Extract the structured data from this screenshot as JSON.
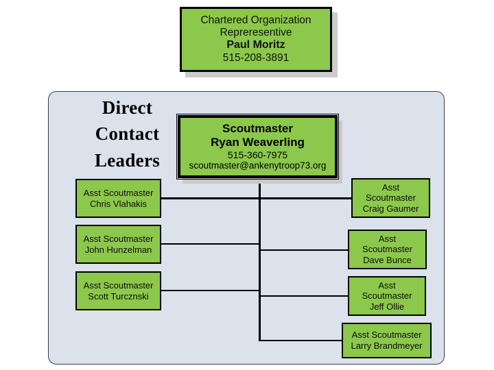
{
  "chart_data": {
    "type": "diagram",
    "title": "Ankeny Troop 73 Leadership Organizational Chart",
    "nodes": [
      {
        "id": "chartered-org",
        "role": "Chartered Organization Repreresentive",
        "name": "Paul Moritz",
        "phone": "515-208-3891",
        "level": 0
      },
      {
        "id": "scoutmaster",
        "role": "Scoutmaster",
        "name": "Ryan Weaverling",
        "phone": "515-360-7975",
        "email": "scoutmaster@ankenytroop73.org",
        "level": 1
      },
      {
        "id": "asm-vlahakis",
        "role": "Asst Scoutmaster",
        "name": "Chris Vlahakis",
        "level": 2,
        "side": "left"
      },
      {
        "id": "asm-hunzelman",
        "role": "Asst Scoutmaster",
        "name": "John Hunzelman",
        "level": 2,
        "side": "left"
      },
      {
        "id": "asm-turcznski",
        "role": "Asst Scoutmaster",
        "name": "Scott Turcznski",
        "level": 2,
        "side": "left"
      },
      {
        "id": "asm-gaumer",
        "role": "Asst Scoutmaster",
        "name": "Craig Gaumer",
        "level": 2,
        "side": "right"
      },
      {
        "id": "asm-bunce",
        "role": "Asst Scoutmaster",
        "name": "Dave Bunce",
        "level": 2,
        "side": "right"
      },
      {
        "id": "asm-ollie",
        "role": "Asst Scoutmaster",
        "name": "Jeff Ollie",
        "level": 2,
        "side": "right"
      },
      {
        "id": "asm-brandmeyer",
        "role": "Asst Scoutmaster",
        "name": "Larry Brandmeyer",
        "level": 2,
        "side": "right"
      }
    ],
    "edges": [
      {
        "from": "scoutmaster",
        "to": "asm-vlahakis"
      },
      {
        "from": "scoutmaster",
        "to": "asm-hunzelman"
      },
      {
        "from": "scoutmaster",
        "to": "asm-turcznski"
      },
      {
        "from": "scoutmaster",
        "to": "asm-gaumer"
      },
      {
        "from": "scoutmaster",
        "to": "asm-bunce"
      },
      {
        "from": "scoutmaster",
        "to": "asm-ollie"
      },
      {
        "from": "scoutmaster",
        "to": "asm-brandmeyer"
      }
    ],
    "colors": {
      "node_fill": "#8cc84b",
      "node_border": "#000000",
      "panel_fill": "#dbe2ec",
      "panel_border": "#3b3b4a",
      "shadow": "#cccccc",
      "background": "#ffffff"
    }
  },
  "chartered_org": {
    "line1": "Chartered Organization",
    "line2": "Repreresentive",
    "name": "Paul Moritz",
    "phone": "515-208-3891"
  },
  "panel": {
    "heading_line1": "Direct",
    "heading_line2": "Contact",
    "heading_line3": "Leaders"
  },
  "scoutmaster": {
    "title": "Scoutmaster",
    "name": "Ryan Weaverling",
    "phone": "515-360-7975",
    "email": "scoutmaster@ankenytroop73.org"
  },
  "left_column": [
    {
      "role": "Asst Scoutmaster",
      "name": "Chris Vlahakis"
    },
    {
      "role": "Asst Scoutmaster",
      "name": "John Hunzelman"
    },
    {
      "role": "Asst Scoutmaster",
      "name": "Scott Turcznski"
    }
  ],
  "right_column": [
    {
      "role_line1": "Asst",
      "role_line2": "Scoutmaster",
      "name": "Craig Gaumer"
    },
    {
      "role_line1": "Asst",
      "role_line2": "Scoutmaster",
      "name": "Dave Bunce"
    },
    {
      "role_line1": "Asst",
      "role_line2": "Scoutmaster",
      "name": "Jeff Ollie"
    }
  ],
  "bottom_right": {
    "role": "Asst Scoutmaster",
    "name": "Larry Brandmeyer"
  }
}
